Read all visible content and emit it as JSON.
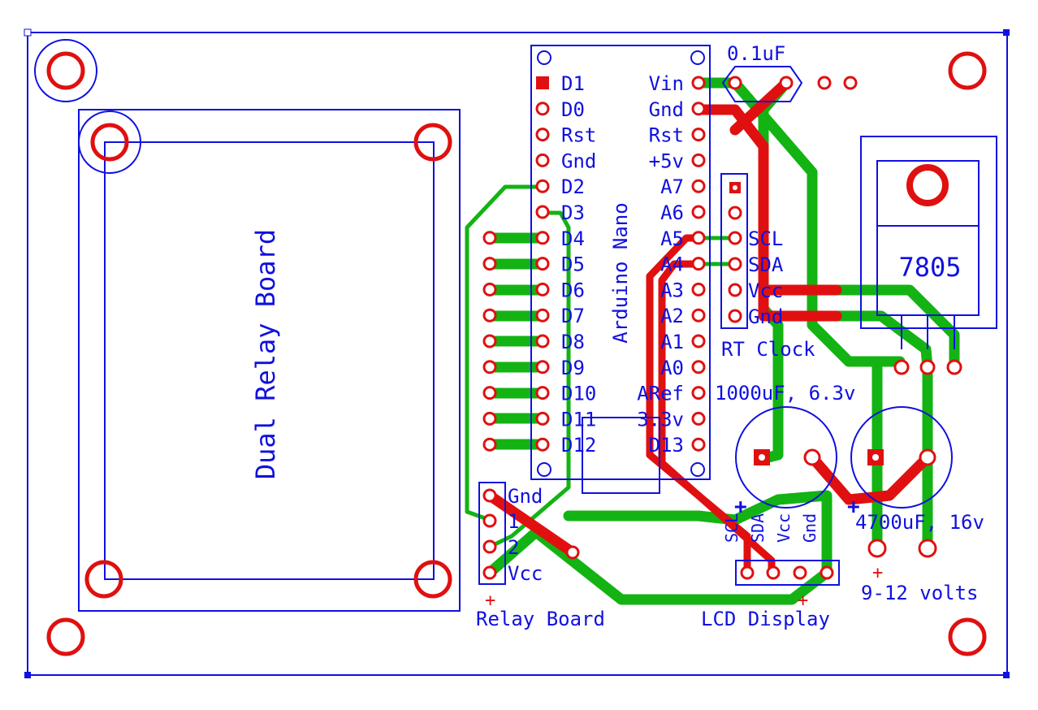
{
  "colors": {
    "outline": "#1010e0",
    "pad": "#e01010",
    "top_trace": "#e01010",
    "bottom_trace": "#13b313",
    "background": "#ffffff"
  },
  "relay_module": {
    "label": "Dual Relay Board"
  },
  "arduino": {
    "label": "Arduino Nano",
    "left_pins": [
      "D1",
      "D0",
      "Rst",
      "Gnd",
      "D2",
      "D3",
      "D4",
      "D5",
      "D6",
      "D7",
      "D8",
      "D9",
      "D10",
      "D11",
      "D12"
    ],
    "right_pins": [
      "Vin",
      "Gnd",
      "Rst",
      "+5v",
      "A7",
      "A6",
      "A5",
      "A4",
      "A3",
      "A2",
      "A1",
      "A0",
      "ARef",
      "3.3v",
      "D13"
    ]
  },
  "capacitor_small": {
    "label": "0.1uF"
  },
  "rt_clock": {
    "label": "RT Clock",
    "pins": [
      "SCL",
      "SDA",
      "Vcc",
      "Gnd"
    ]
  },
  "regulator": {
    "label": "7805"
  },
  "cap_1000": {
    "label": "1000uF, 6.3v",
    "polarity": "+"
  },
  "cap_4700": {
    "label": "4700uF, 16v",
    "polarity": "+"
  },
  "power_input": {
    "label": "9-12 volts",
    "polarity": "+"
  },
  "relay_connector": {
    "label": "Relay Board",
    "pins": [
      "Gnd",
      "1",
      "2",
      "Vcc"
    ],
    "polarity": "+"
  },
  "lcd_connector": {
    "label": "LCD Display",
    "pins": [
      "SCL",
      "SDA",
      "Vcc",
      "Gnd"
    ],
    "polarity": "+"
  }
}
